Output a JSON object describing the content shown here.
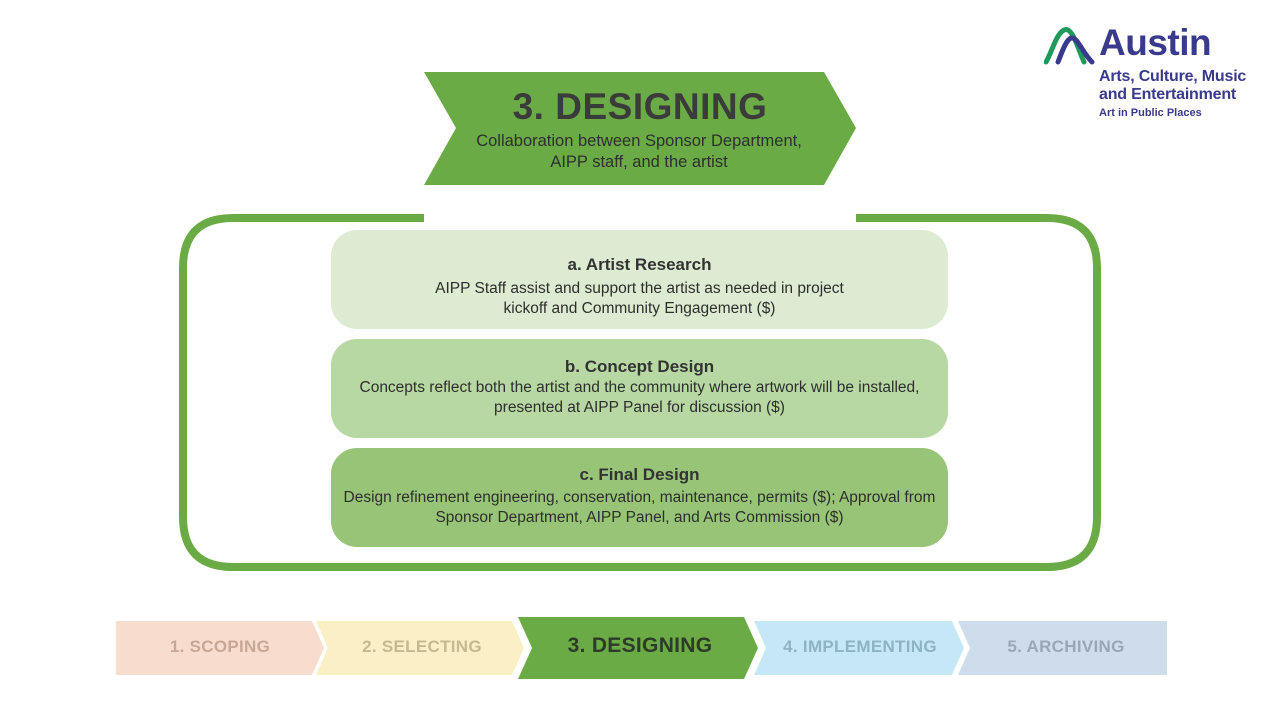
{
  "logo": {
    "wordmark": "Austin",
    "line1": "Arts, Culture, Music",
    "line2": "and Entertainment",
    "line3": "Art in Public Places"
  },
  "header": {
    "title": "3. DESIGNING",
    "subtitle": "Collaboration between Sponsor Department, AIPP staff, and the artist"
  },
  "steps": [
    {
      "title": "a. Artist Research",
      "description": "AIPP Staff assist and support the artist as needed in project kickoff and Community Engagement ($)"
    },
    {
      "title": "b. Concept Design",
      "description": "Concepts reflect both the artist and the community where artwork will be installed, presented at AIPP Panel for discussion ($)"
    },
    {
      "title": "c. Final Design",
      "description": "Design refinement engineering, conservation, maintenance, permits ($); Approval from Sponsor Department, AIPP Panel, and Arts Commission ($)"
    }
  ],
  "process": [
    {
      "label": "1. SCOPING",
      "color": "#f8dccd",
      "active": false
    },
    {
      "label": "2. SELECTING",
      "color": "#fbefc6",
      "active": false
    },
    {
      "label": "3. DESIGNING",
      "color": "#6aab45",
      "active": true
    },
    {
      "label": "4. IMPLEMENTING",
      "color": "#c6e8f6",
      "active": false
    },
    {
      "label": "5. ARCHIVING",
      "color": "#cfdcec",
      "active": false
    }
  ],
  "colors": {
    "accent_green": "#6aab45",
    "brand_navy": "#3a3a8c",
    "card_a": "#dcebd1",
    "card_b": "#b7d7a3",
    "card_c": "#97c476"
  }
}
